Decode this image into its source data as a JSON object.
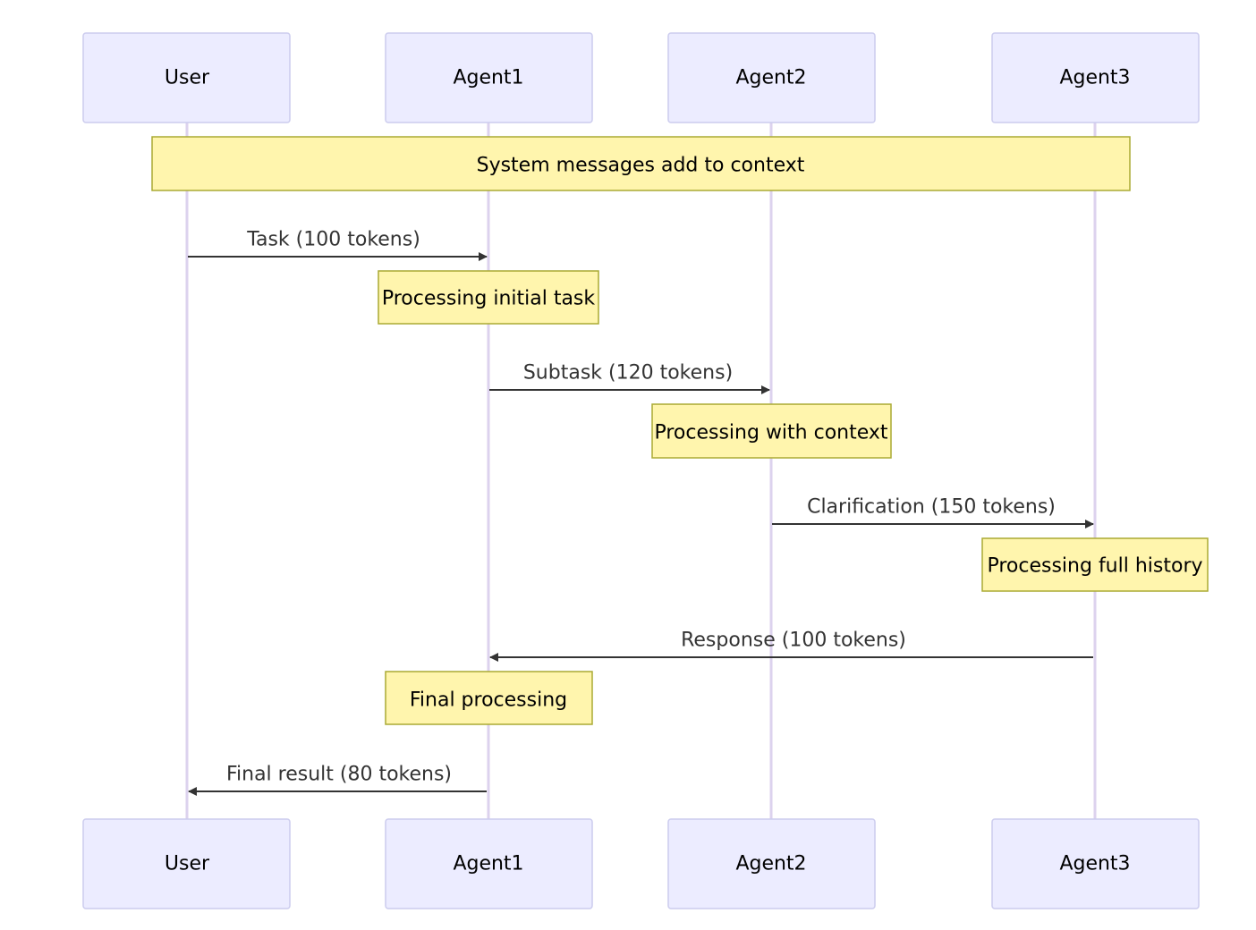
{
  "participants": [
    {
      "id": "user",
      "label": "User"
    },
    {
      "id": "agent1",
      "label": "Agent1"
    },
    {
      "id": "agent2",
      "label": "Agent2"
    },
    {
      "id": "agent3",
      "label": "Agent3"
    }
  ],
  "notes": {
    "system": "System messages add to context",
    "agent1_initial": "Processing initial task",
    "agent2_context": "Processing with context",
    "agent3_history": "Processing full history",
    "agent1_final": "Final processing"
  },
  "messages": [
    {
      "from": "user",
      "to": "agent1",
      "label": "Task (100 tokens)"
    },
    {
      "from": "agent1",
      "to": "agent2",
      "label": "Subtask (120 tokens)"
    },
    {
      "from": "agent2",
      "to": "agent3",
      "label": "Clarification (150 tokens)"
    },
    {
      "from": "agent3",
      "to": "agent1",
      "label": "Response (100 tokens)"
    },
    {
      "from": "agent1",
      "to": "user",
      "label": "Final result (80 tokens)"
    }
  ],
  "colors": {
    "actor_fill": "#ECECFF",
    "actor_border": "#CCCCEE",
    "lifeline": "#DCD2EE",
    "note_fill": "#FFF5AD",
    "note_border": "#AAAA33",
    "message_line": "#333333"
  }
}
